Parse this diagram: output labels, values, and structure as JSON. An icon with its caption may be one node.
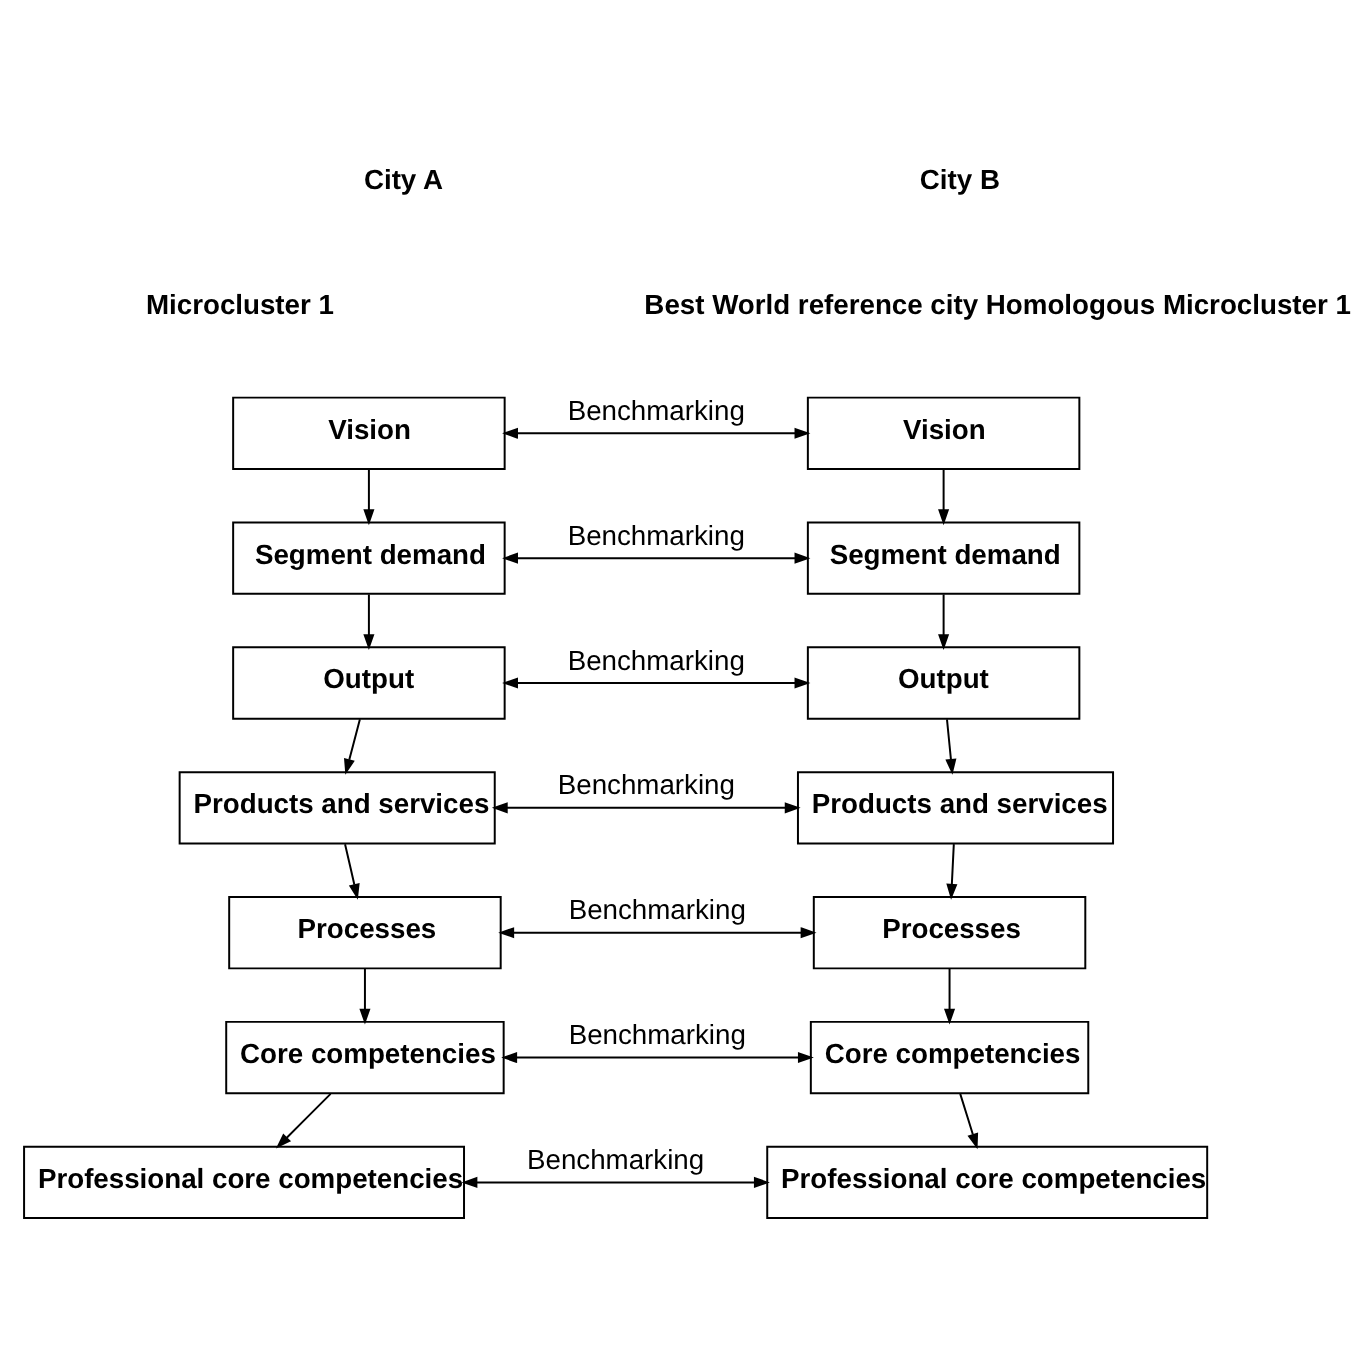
{
  "diagram": {
    "nodes": [
      {
        "text": [
          "Vision"
        ]
      },
      {
        "text": [
          "Segment demand"
        ]
      },
      {
        "text": [
          "Output"
        ]
      },
      {
        "text": [
          "Products and services"
        ]
      },
      {
        "text": [
          "Processes"
        ]
      },
      {
        "text": [
          "Core competencies"
        ]
      },
      {
        "text": [
          "Professional core competencies"
        ]
      },
      {
        "text": [
          "Vision"
        ]
      },
      {
        "text": [
          "Segment demand"
        ]
      },
      {
        "text": [
          "Output"
        ]
      },
      {
        "text": [
          "Products and services"
        ]
      },
      {
        "text": [
          "Processes"
        ]
      },
      {
        "text": [
          "Core competencies"
        ]
      },
      {
        "text": [
          "Professional core competencies"
        ]
      }
    ],
    "edges": [
      {
        "from": 0,
        "to": 1,
        "arrow": "to"
      },
      {
        "from": 1,
        "to": 2,
        "arrow": "to"
      },
      {
        "from": 2,
        "to": 3,
        "arrow": "to"
      },
      {
        "from": 3,
        "to": 4,
        "arrow": "to"
      },
      {
        "from": 4,
        "to": 5,
        "arrow": "to"
      },
      {
        "from": 5,
        "to": 6,
        "arrow": "to"
      },
      {
        "from": 7,
        "to": 8,
        "arrow": "to"
      },
      {
        "from": 8,
        "to": 9,
        "arrow": "to"
      },
      {
        "from": 9,
        "to": 10,
        "arrow": "to"
      },
      {
        "from": 10,
        "to": 11,
        "arrow": "to"
      },
      {
        "from": 11,
        "to": 12,
        "arrow": "to"
      },
      {
        "from": 12,
        "to": 13,
        "arrow": "to"
      },
      {
        "from": 0,
        "to": 7,
        "arrow": "both",
        "label": "Benchmarking"
      },
      {
        "from": 1,
        "to": 8,
        "arrow": "both",
        "label": "Benchmarking"
      },
      {
        "from": 2,
        "to": 9,
        "arrow": "both",
        "label": "Benchmarking"
      },
      {
        "from": 3,
        "to": 10,
        "arrow": "both",
        "label": "Benchmarking"
      },
      {
        "from": 4,
        "to": 11,
        "arrow": "both",
        "label": "Benchmarking"
      },
      {
        "from": 5,
        "to": 12,
        "arrow": "both",
        "label": "Benchmarking"
      },
      {
        "from": 6,
        "to": 13,
        "arrow": "both",
        "label": "Benchmarking"
      }
    ],
    "labels": [
      "City A",
      "City B",
      "Microcluster 1",
      "Best World reference city Homologous Microcluster 1"
    ]
  }
}
